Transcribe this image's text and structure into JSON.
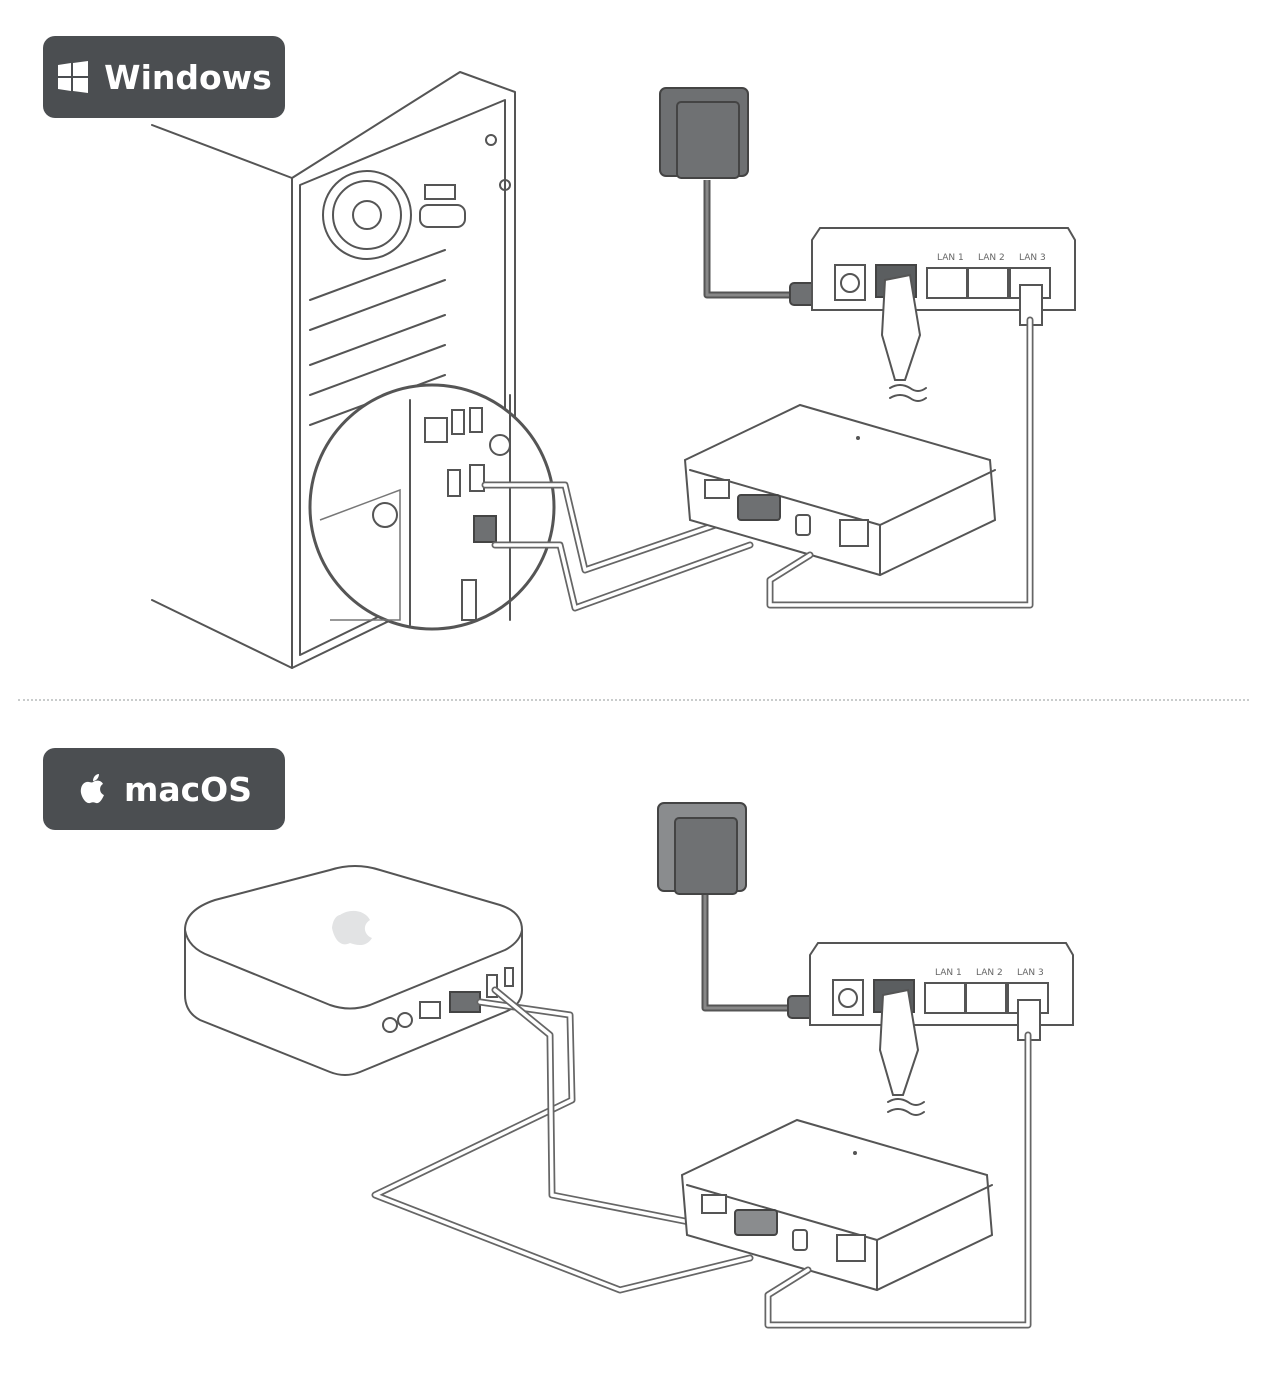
{
  "sections": [
    {
      "label": "Windows",
      "icon": "windows-logo-icon"
    },
    {
      "label": "macOS",
      "icon": "apple-logo-icon"
    }
  ],
  "router": {
    "ports": [
      "LAN 1",
      "LAN 2",
      "LAN 3"
    ]
  },
  "colors": {
    "badge": "#4b4e51",
    "line": "#555555",
    "divider": "#c9cccc"
  }
}
